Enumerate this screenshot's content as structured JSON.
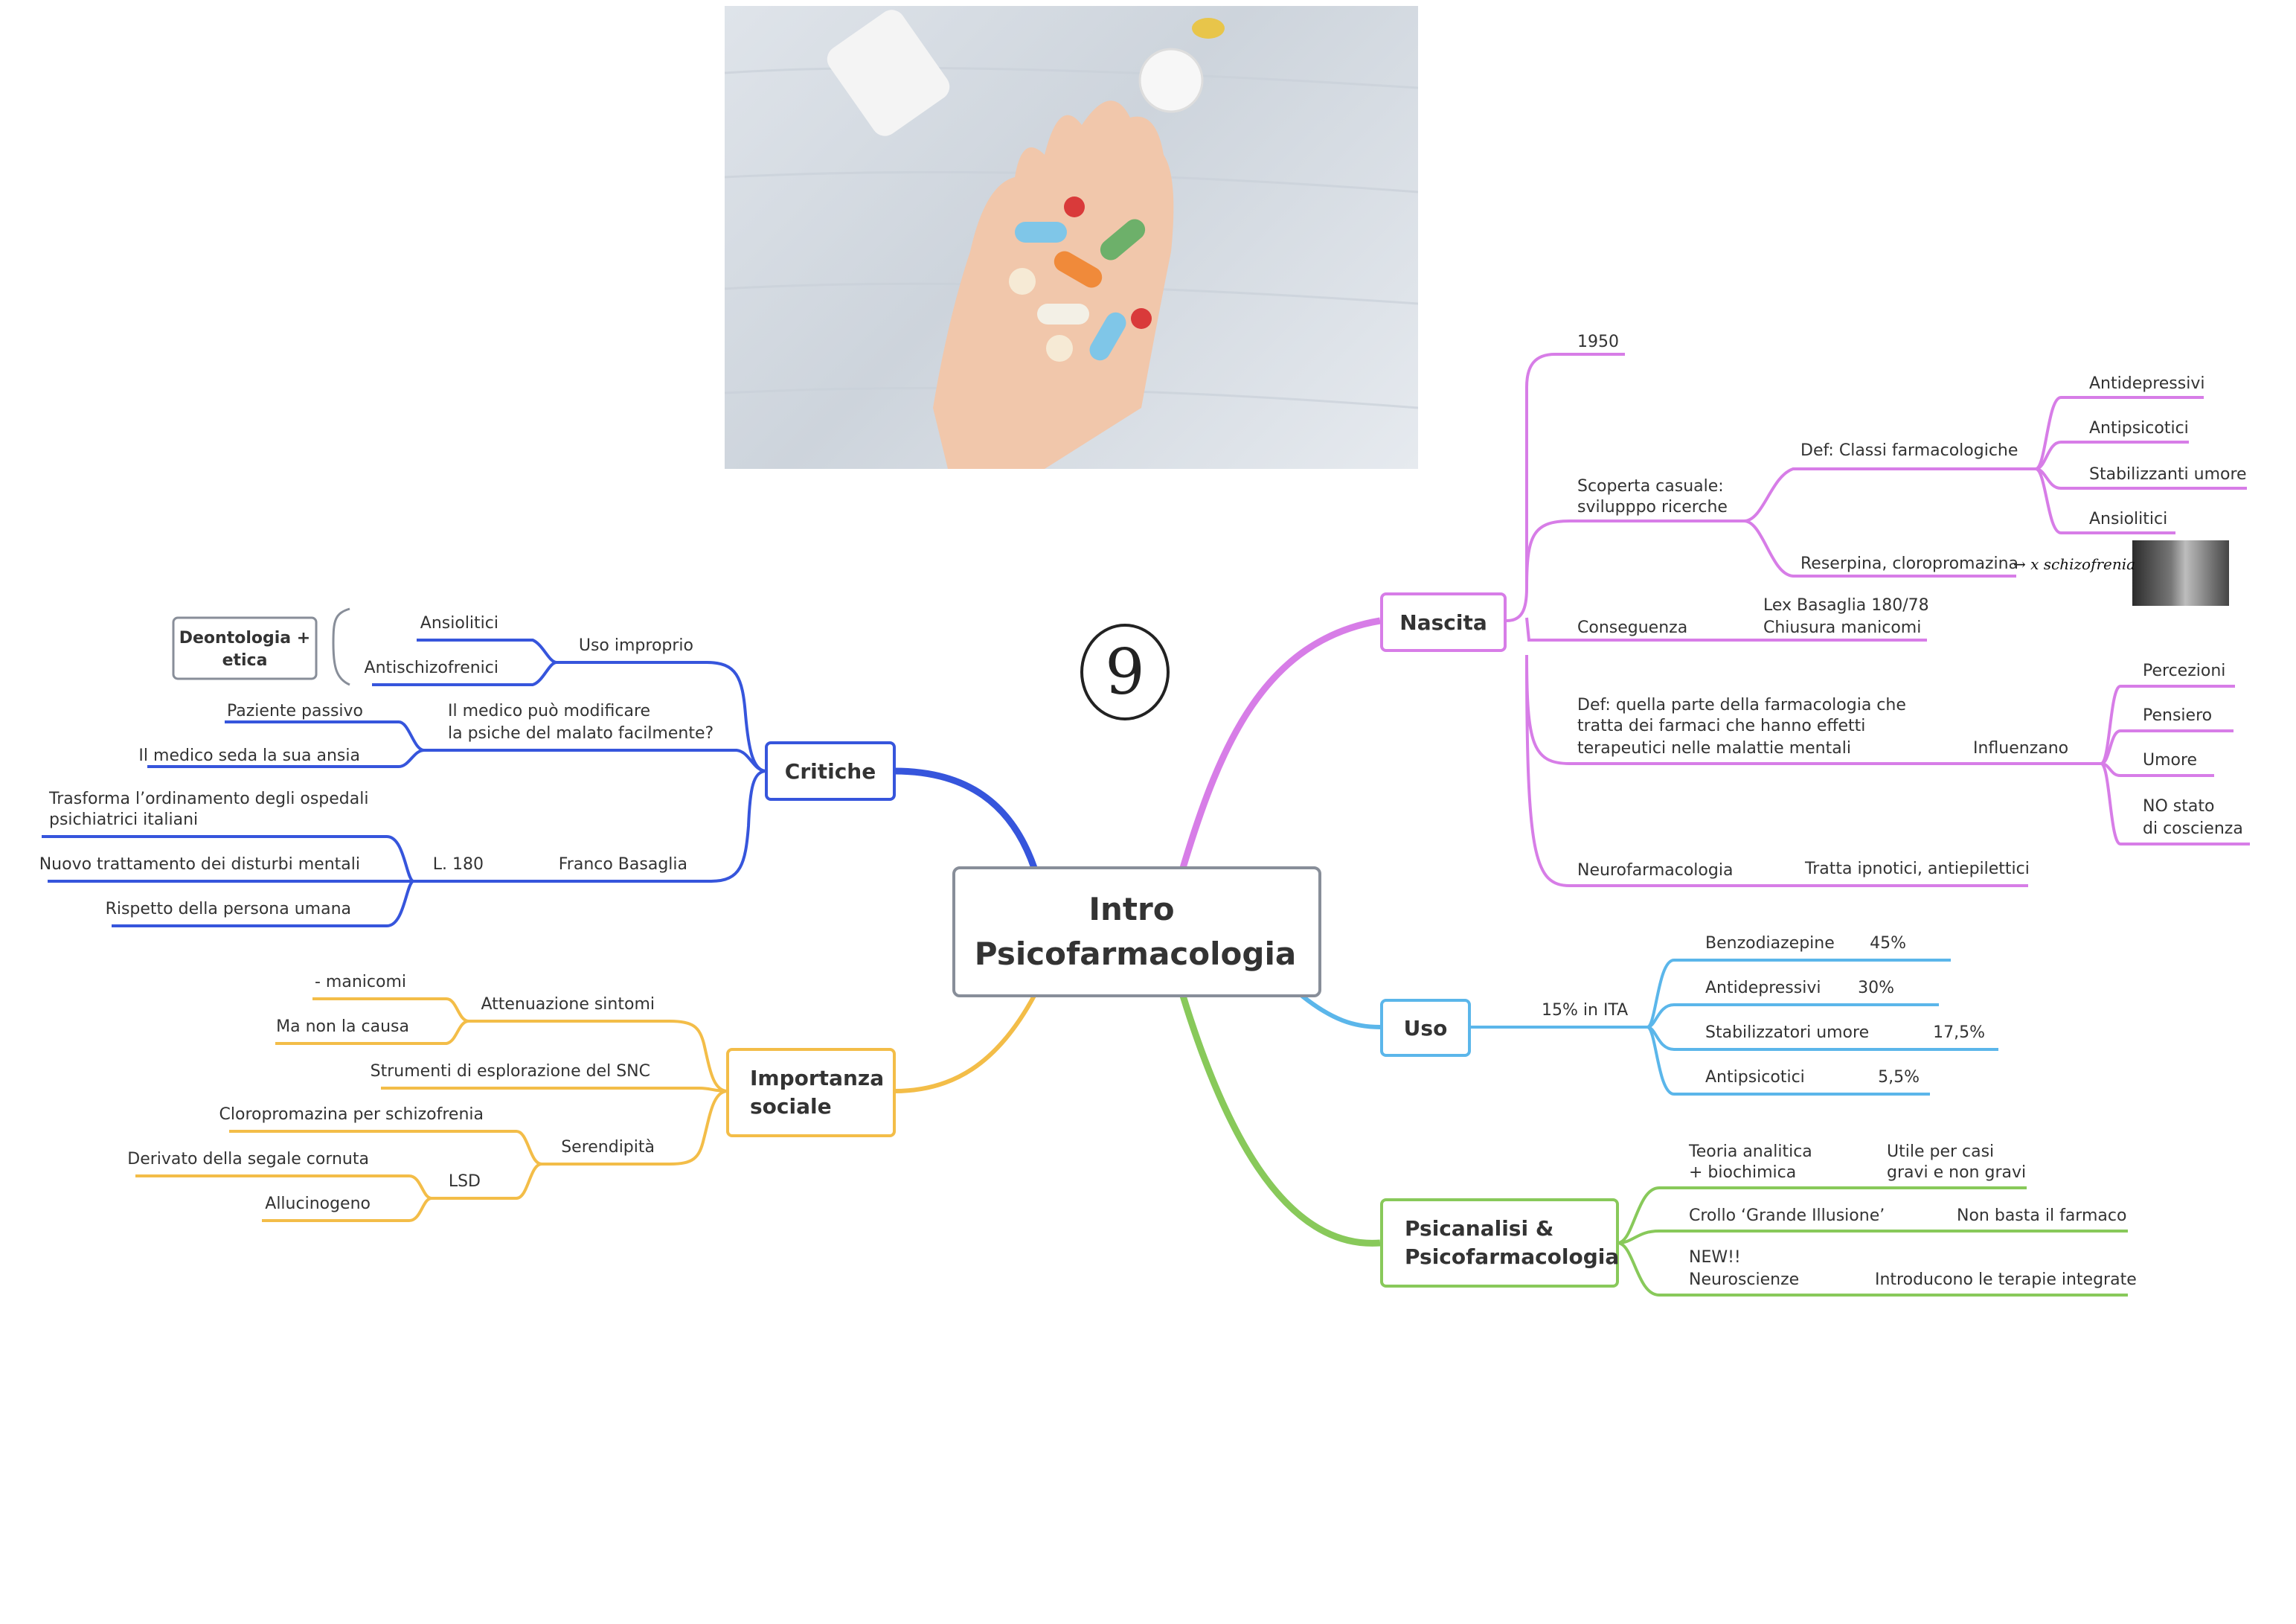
{
  "center": {
    "line1": "Intro",
    "line2": "Psicofarmacologia"
  },
  "page_number": "9",
  "colors": {
    "nascita": "#d77de7",
    "uso": "#5bb6ea",
    "psico": "#88c95a",
    "critiche": "#3655dc",
    "importanza": "#f3bd48",
    "center_border": "#888e99"
  },
  "photo": {
    "icon": "hand-with-pills-photo"
  },
  "nascita": {
    "title": "Nascita",
    "year": "1950",
    "scoperta": {
      "line1": "Scoperta casuale:",
      "line2": "svilupppo ricerche"
    },
    "classi": {
      "label": "Def: Classi farmacologiche",
      "items": [
        "Antidepressivi",
        "Antipsicotici",
        "Stabilizzanti umore",
        "Ansiolitici"
      ]
    },
    "reserpina": "Reserpina, cloropromazina",
    "reserpina_note": "→ x schizofrenia",
    "conseguenza": "Conseguenza",
    "basaglia": {
      "line1": "Lex Basaglia 180/78",
      "line2": "Chiusura manicomi"
    },
    "def": {
      "line1": "Def: quella parte della farmacologia che",
      "line2": "tratta dei farmaci che hanno effetti",
      "line3": "terapeutici nelle malattie mentali"
    },
    "influenzano": "Influenzano",
    "influenze": {
      "p1": "Percezioni",
      "p2": "Pensiero",
      "p3": "Umore",
      "p4a": "NO stato",
      "p4b": "di coscienza"
    },
    "neuro": "Neurofarmacologia",
    "neuro_desc": "Tratta ipnotici, antiepilettici"
  },
  "uso": {
    "title": "Uso",
    "stat": "15% in ITA",
    "rows": [
      {
        "name": "Benzodiazepine",
        "pct": "45%"
      },
      {
        "name": "Antidepressivi",
        "pct": "30%"
      },
      {
        "name": "Stabilizzatori umore",
        "pct": "17,5%"
      },
      {
        "name": "Antipsicotici",
        "pct": "5,5%"
      }
    ]
  },
  "psico": {
    "title1": "Psicanalisi &",
    "title2": "Psicofarmacologia",
    "r1a": "Teoria analitica",
    "r1b": "+ biochimica",
    "r1c": "Utile per casi",
    "r1d": "gravi e non gravi",
    "r2a": "Crollo ‘Grande Illusione’",
    "r2b": "Non basta il farmaco",
    "r3a": "NEW!!",
    "r3b": "Neuroscienze",
    "r3c": "Introducono le terapie integrate"
  },
  "critiche": {
    "title": "Critiche",
    "deont1": "Deontologia +",
    "deont2": "etica",
    "uso_improprio": "Uso improprio",
    "ansiolitici": "Ansiolitici",
    "antischizo": "Antischizofrenici",
    "medico_q1": "Il medico può modificare",
    "medico_q2": "la psiche del malato facilmente?",
    "paziente": "Paziente passivo",
    "seda": "Il medico seda la sua ansia",
    "basaglia": "Franco Basaglia",
    "legge": "L. 180",
    "trasforma1": "Trasforma l’ordinamento degli ospedali",
    "trasforma2": "psichiatrici italiani",
    "nuovo": "Nuovo trattamento dei disturbi mentali",
    "rispetto": "Rispetto della persona umana"
  },
  "importanza": {
    "title1": "Importanza",
    "title2": "sociale",
    "attenuazione": "Attenuazione sintomi",
    "manicomi": "- manicomi",
    "causa": "Ma non la causa",
    "strumenti": "Strumenti di esplorazione del SNC",
    "serendipita": "Serendipità",
    "cloro": "Cloropromazina per schizofrenia",
    "lsd": "LSD",
    "segale": "Derivato della segale cornuta",
    "allucinogeno": "Allucinogeno"
  }
}
